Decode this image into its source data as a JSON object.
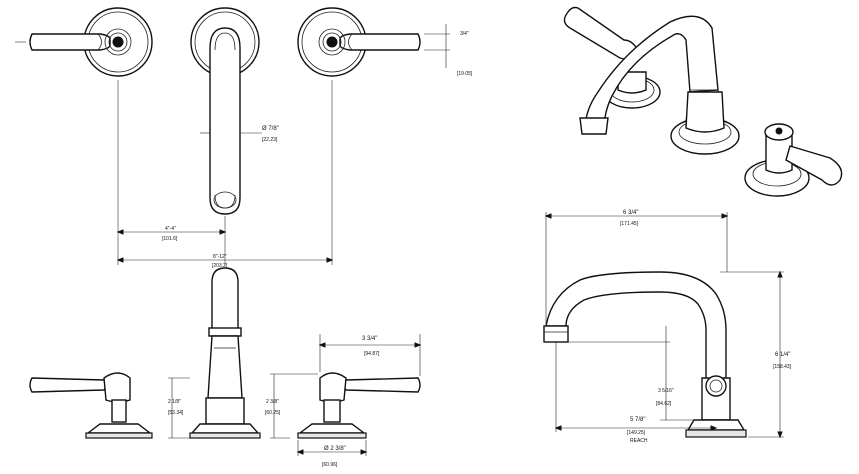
{
  "dimensions": {
    "handle_height": {
      "imperial": "3/4\"",
      "metric": "[19.05]"
    },
    "spout_diameter": {
      "imperial": "Ø 7/8\"",
      "metric": "[22.23]"
    },
    "half_spread": {
      "imperial": "4\"-4\"",
      "metric": "[101.6]"
    },
    "spread": {
      "imperial": "8\"-12\"",
      "metric": "[203.2]"
    },
    "handle_reach": {
      "imperial": "3 3/4\"",
      "metric": "[94.87]"
    },
    "handle_base_height": {
      "imperial": "2 1/8\"",
      "metric": "[53.34]"
    },
    "spout_base_height": {
      "imperial": "2 3/8\"",
      "metric": "[60.25]"
    },
    "base_diameter": {
      "imperial": "Ø 2 3/8\"",
      "metric": "[60.96]"
    },
    "spout_width": {
      "imperial": "6 3/4\"",
      "metric": "[171.45]"
    },
    "spout_height": {
      "imperial": "6 1/4\"",
      "metric": "[158.43]"
    },
    "spout_clearance": {
      "imperial": "3 5/16\"",
      "metric": "[84.62]"
    },
    "reach": {
      "imperial": "5 7/8\"",
      "metric": "[149.25]",
      "note": "REACH"
    }
  }
}
